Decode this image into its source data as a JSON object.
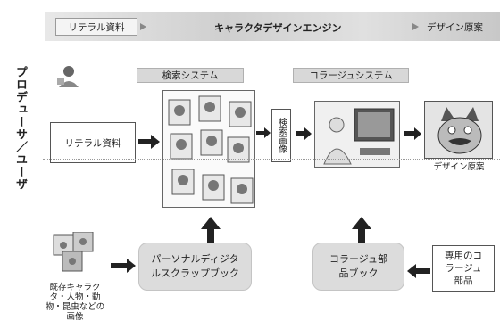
{
  "banner": {
    "left_label": "リテラル資料",
    "center_label": "キャラクタデザインエンジン",
    "right_label": "デザイン原案"
  },
  "side_title": "プロデューサ／ユーザ",
  "systems": {
    "search": "検索システム",
    "collage": "コラージュシステム"
  },
  "upper": {
    "literal_material": "リテラル資料",
    "search_image": "検索画像",
    "design_draft": "デザイン原案"
  },
  "lower": {
    "existing_images": "既存キャラクタ・人物・動物・昆虫などの画像",
    "scrapbook": "パーソナルディジタルスクラップブック",
    "collage_parts": "コラージュ部品ブック",
    "dedicated_parts": "専用のコラージュ部品"
  }
}
